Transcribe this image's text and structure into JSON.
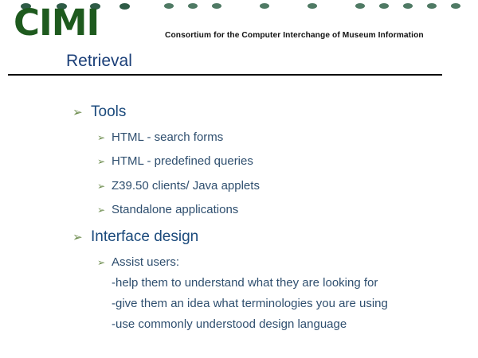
{
  "header": {
    "logo_text": "CIMI",
    "tagline": "Consortium for the Computer Interchange of Museum Information"
  },
  "slide": {
    "title": "Retrieval",
    "sections": [
      {
        "heading": "Tools",
        "items": [
          "HTML - search forms",
          "HTML - predefined queries",
          "Z39.50 clients/ Java applets",
          "Standalone applications"
        ]
      },
      {
        "heading": "Interface design",
        "items": [
          "Assist users:"
        ],
        "lines": [
          "-help them to understand what they are looking for",
          "-give them an idea what terminologies you are using",
          "-use commonly understood design language"
        ]
      }
    ]
  },
  "icons": {
    "bullet": "arrowhead-bullet-icon",
    "bullet_glyph": "➢"
  },
  "colors": {
    "logo": "#1e5a1e",
    "title": "#1b3f78",
    "heading": "#1b4a7c",
    "body_text": "#2f4f6f",
    "bullet": "#6a8a4a"
  }
}
